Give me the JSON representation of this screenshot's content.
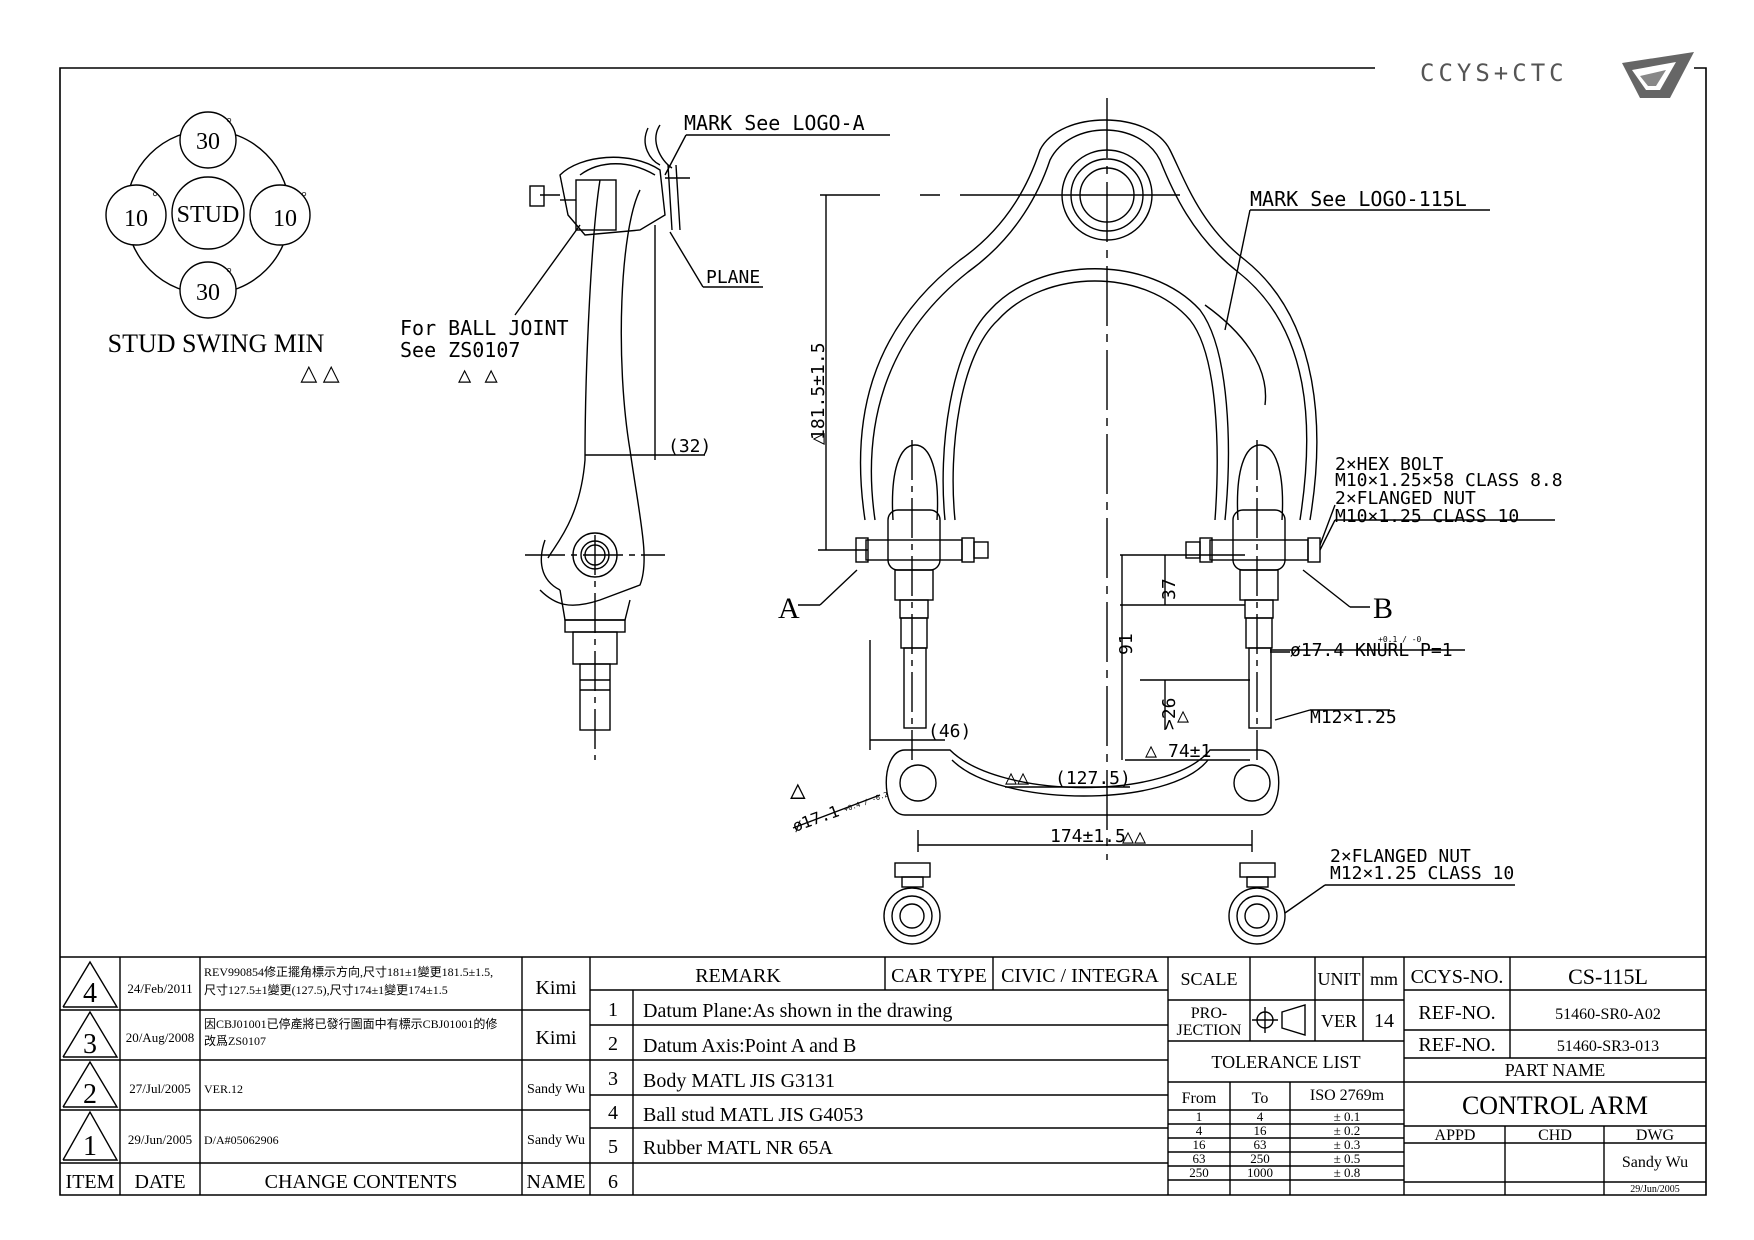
{
  "logo": {
    "text": "CCYS+CTC"
  },
  "stud_swing": {
    "top": "30",
    "bottom": "30",
    "left": "10",
    "right": "10",
    "center": "STUD",
    "deg": "°",
    "title": "STUD SWING MIN",
    "rev_marks": "△ △"
  },
  "side_view": {
    "mark_logo_a": "MARK See LOGO-A",
    "plane": "PLANE",
    "ball_joint_1": "For BALL JOINT",
    "ball_joint_2": "See ZS0107",
    "ball_joint_marks": "△ △",
    "dim_32": "(32)"
  },
  "front_view": {
    "mark_logo_115l": "MARK See LOGO-115L",
    "dim_height": "181.5±1.5",
    "hex_bolt_1": "2×HEX BOLT",
    "hex_bolt_2": "M10×1.25×58 CLASS 8.8",
    "flanged_nut_1": "2×FLANGED NUT",
    "flanged_nut_2": "M10×1.25 CLASS 10",
    "point_a": "A",
    "point_b": "B",
    "dim_37": "37",
    "dim_91": "91",
    "dim_26": ">26",
    "knurl": "ø17.4 KNURL P=1",
    "knurl_tol": "+0.1 / -0",
    "m12": "M12×1.25",
    "dim_74": "74±1",
    "dim_46": "(46)",
    "dim_127": "(127.5)",
    "dim_17": "ø17.1",
    "dim_17_tol": "+0.4 / -0.2",
    "dim_174": "174±1.5",
    "flanged_nut_3": "2×FLANGED NUT",
    "flanged_nut_4": "M12×1.25 CLASS 10"
  },
  "revisions": {
    "rows": [
      {
        "item": "4",
        "date": "24/Feb/2011",
        "content_1": "REV990854修正擺角標示方向,尺寸181±1變更181.5±1.5,",
        "content_2": "尺寸127.5±1變更(127.5),尺寸174±1變更174±1.5",
        "name": "Kimi"
      },
      {
        "item": "3",
        "date": "20/Aug/2008",
        "content_1": "因CBJ01001已停產將已發行圖面中有標示CBJ01001的修",
        "content_2": "改爲ZS0107",
        "name": "Kimi"
      },
      {
        "item": "2",
        "date": "27/Jul/2005",
        "content_1": "VER.12",
        "content_2": "",
        "name": "Sandy Wu"
      },
      {
        "item": "1",
        "date": "29/Jun/2005",
        "content_1": "D/A#05062906",
        "content_2": "",
        "name": "Sandy Wu"
      }
    ],
    "header": {
      "item": "ITEM",
      "date": "DATE",
      "change": "CHANGE CONTENTS",
      "name": "NAME"
    }
  },
  "remarks": {
    "title": "REMARK",
    "car_type_label": "CAR TYPE",
    "car_type": "CIVIC / INTEGRA",
    "items": [
      {
        "n": "1",
        "text": "Datum Plane:As shown in the drawing"
      },
      {
        "n": "2",
        "text": "Datum Axis:Point A and B"
      },
      {
        "n": "3",
        "text": "Body MATL JIS G3131"
      },
      {
        "n": "4",
        "text": "Ball stud MATL JIS G4053"
      },
      {
        "n": "5",
        "text": "Rubber MATL NR 65A"
      },
      {
        "n": "6",
        "text": ""
      }
    ]
  },
  "title_block": {
    "scale_label": "SCALE",
    "unit_label": "UNIT",
    "unit": "mm",
    "projection_label_1": "PRO-",
    "projection_label_2": "JECTION",
    "ver_label": "VER",
    "ver": "14",
    "tolerance_title": "TOLERANCE LIST",
    "tol_header": {
      "from": "From",
      "to": "To",
      "iso": "ISO 2769m"
    },
    "tolerances": [
      {
        "from": "1",
        "to": "4",
        "tol": "± 0.1"
      },
      {
        "from": "4",
        "to": "16",
        "tol": "± 0.2"
      },
      {
        "from": "16",
        "to": "63",
        "tol": "± 0.3"
      },
      {
        "from": "63",
        "to": "250",
        "tol": "± 0.5"
      },
      {
        "from": "250",
        "to": "1000",
        "tol": "± 0.8"
      }
    ],
    "ccys_no_label": "CCYS-NO.",
    "ccys_no": "CS-115L",
    "ref_no_label_1": "REF-NO.",
    "ref_no_1": "51460-SR0-A02",
    "ref_no_label_2": "REF-NO.",
    "ref_no_2": "51460-SR3-013",
    "part_name_label": "PART NAME",
    "part_name": "CONTROL ARM",
    "appd_label": "APPD",
    "chd_label": "CHD",
    "dwg_label": "DWG",
    "dwg_name": "Sandy Wu",
    "dwg_date": "29/Jun/2005"
  }
}
